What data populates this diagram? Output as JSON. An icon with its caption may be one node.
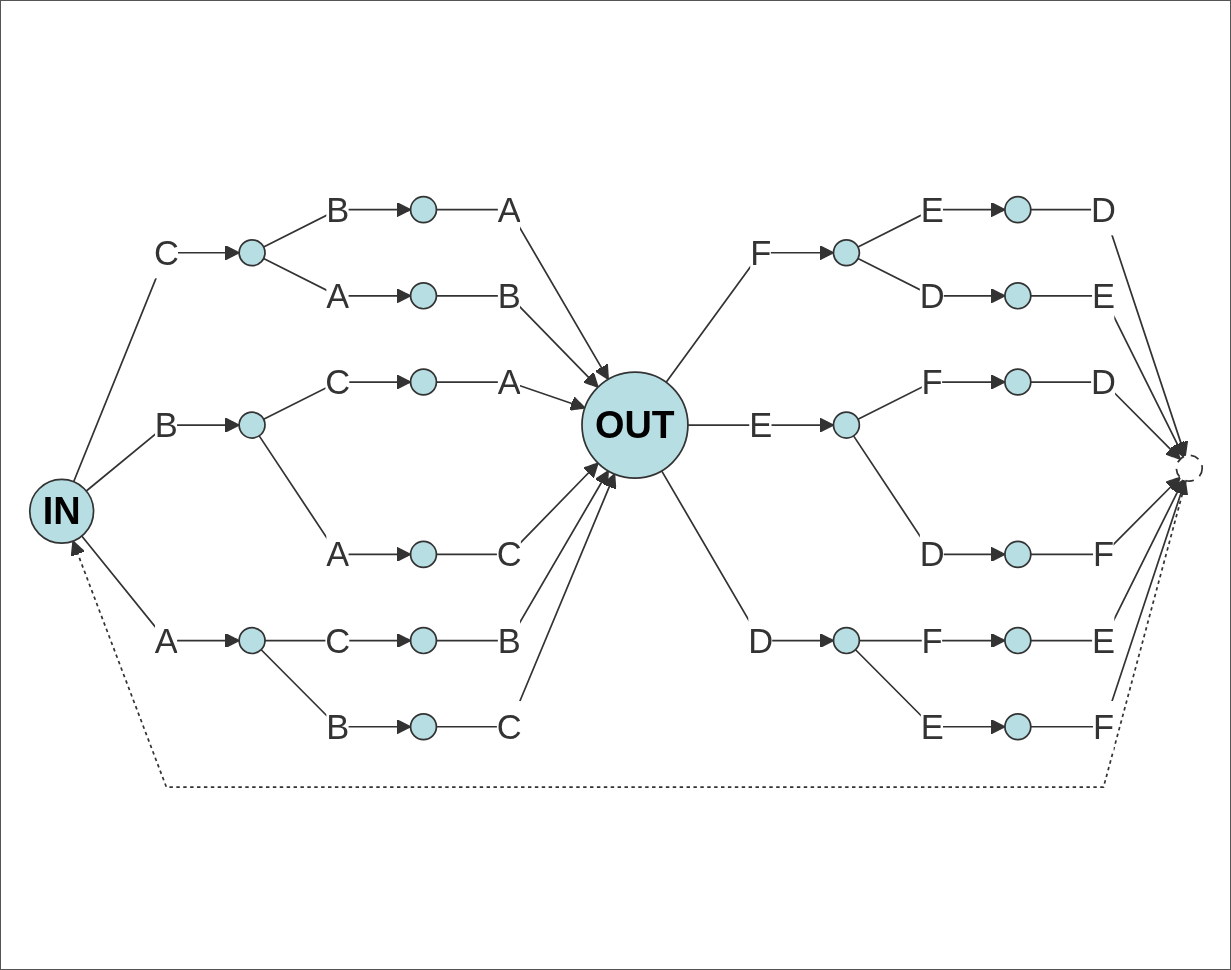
{
  "diagram": {
    "nodes": [
      {
        "text": [
          "IN"
        ]
      },
      {
        "text": [],
        "shape": "circle"
      },
      {
        "text": [],
        "shape": "circle"
      },
      {
        "text": [],
        "shape": "circle"
      },
      {
        "text": [],
        "shape": "circle"
      },
      {
        "text": [],
        "shape": "circle"
      },
      {
        "text": [],
        "shape": "circle"
      },
      {
        "text": [],
        "shape": "circle"
      },
      {
        "text": [],
        "shape": "circle"
      },
      {
        "text": [],
        "shape": "circle"
      },
      {
        "text": [
          "OUT"
        ]
      },
      {
        "text": [],
        "shape": "circle"
      },
      {
        "text": [],
        "shape": "circle"
      },
      {
        "text": [],
        "shape": "circle"
      },
      {
        "text": [],
        "shape": "circle"
      },
      {
        "text": [],
        "shape": "circle"
      },
      {
        "text": [],
        "shape": "circle"
      },
      {
        "text": [],
        "shape": "circle"
      },
      {
        "text": [],
        "shape": "circle"
      },
      {
        "text": [],
        "shape": "circle"
      },
      {
        "text": [],
        "shape": "circle"
      }
    ],
    "edges": [
      {
        "from": 0,
        "to": 1,
        "label": "C",
        "arrow": "to"
      },
      {
        "from": 0,
        "to": 4,
        "label": "B",
        "arrow": "to"
      },
      {
        "from": 0,
        "to": 7,
        "label": "A",
        "arrow": "to"
      },
      {
        "from": 1,
        "to": 2,
        "label": "B",
        "arrow": "to"
      },
      {
        "from": 1,
        "to": 3,
        "label": "A",
        "arrow": "to"
      },
      {
        "from": 4,
        "to": 5,
        "label": "C",
        "arrow": "to"
      },
      {
        "from": 4,
        "to": 6,
        "label": "A",
        "arrow": "to"
      },
      {
        "from": 7,
        "to": 8,
        "label": "C",
        "arrow": "to"
      },
      {
        "from": 7,
        "to": 9,
        "label": "B",
        "arrow": "to"
      },
      {
        "from": 2,
        "to": 10,
        "label": "A",
        "arrow": "to"
      },
      {
        "from": 3,
        "to": 10,
        "label": "B",
        "arrow": "to"
      },
      {
        "from": 5,
        "to": 10,
        "label": "A",
        "arrow": "to"
      },
      {
        "from": 6,
        "to": 10,
        "label": "C",
        "arrow": "to"
      },
      {
        "from": 8,
        "to": 10,
        "label": "B",
        "arrow": "to"
      },
      {
        "from": 9,
        "to": 10,
        "label": "C",
        "arrow": "to"
      },
      {
        "from": 10,
        "to": 11,
        "label": "F",
        "arrow": "to"
      },
      {
        "from": 10,
        "to": 14,
        "label": "E",
        "arrow": "to"
      },
      {
        "from": 10,
        "to": 17,
        "label": "D",
        "arrow": "to"
      },
      {
        "from": 11,
        "to": 12,
        "label": "E",
        "arrow": "to"
      },
      {
        "from": 11,
        "to": 13,
        "label": "D",
        "arrow": "to"
      },
      {
        "from": 14,
        "to": 15,
        "label": "F",
        "arrow": "to"
      },
      {
        "from": 14,
        "to": 16,
        "label": "D",
        "arrow": "to"
      },
      {
        "from": 17,
        "to": 18,
        "label": "F",
        "arrow": "to"
      },
      {
        "from": 17,
        "to": 19,
        "label": "E",
        "arrow": "to"
      },
      {
        "from": 12,
        "to": 20,
        "label": "D",
        "arrow": "to"
      },
      {
        "from": 13,
        "to": 20,
        "label": "E",
        "arrow": "to"
      },
      {
        "from": 15,
        "to": 20,
        "label": "D",
        "arrow": "to"
      },
      {
        "from": 16,
        "to": 20,
        "label": "F",
        "arrow": "to"
      },
      {
        "from": 18,
        "to": 20,
        "label": "E",
        "arrow": "to"
      },
      {
        "from": 19,
        "to": 20,
        "label": "F",
        "arrow": "to"
      },
      {
        "from": 20,
        "to": 0,
        "arrow": "to",
        "style": "dashed"
      }
    ]
  }
}
